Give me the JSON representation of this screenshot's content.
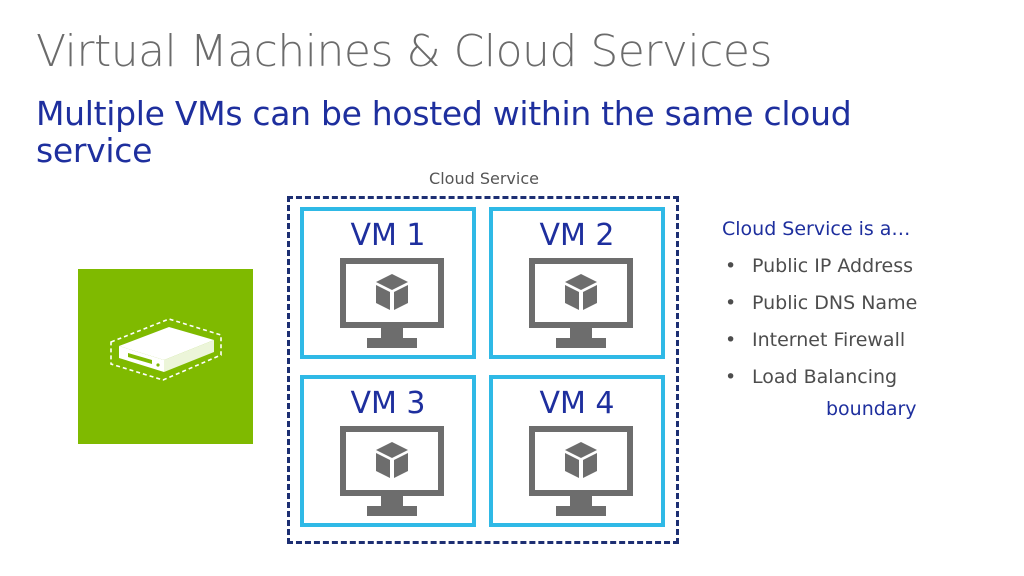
{
  "slide": {
    "title": "Virtual Machines & Cloud Services",
    "subtitle": "Multiple VMs can be hosted within the same cloud service"
  },
  "diagram": {
    "cloud_service_label": "Cloud Service",
    "vms": [
      {
        "label": "VM 1"
      },
      {
        "label": "VM 2"
      },
      {
        "label": "VM 3"
      },
      {
        "label": "VM 4"
      }
    ]
  },
  "info": {
    "heading": "Cloud Service is a…",
    "items": [
      "Public IP Address",
      "Public DNS Name",
      "Internet Firewall",
      "Load Balancing"
    ],
    "footer": "boundary"
  },
  "colors": {
    "title_gray": "#6b6b6b",
    "accent_blue": "#1e2f9e",
    "vm_border": "#2fb9e6",
    "boundary": "#1d2f73",
    "tile_green": "#7fba00",
    "monitor_gray": "#6d6d6d"
  },
  "icons": {
    "server_tile": "server-icon",
    "vm": "monitor-cube-icon"
  }
}
